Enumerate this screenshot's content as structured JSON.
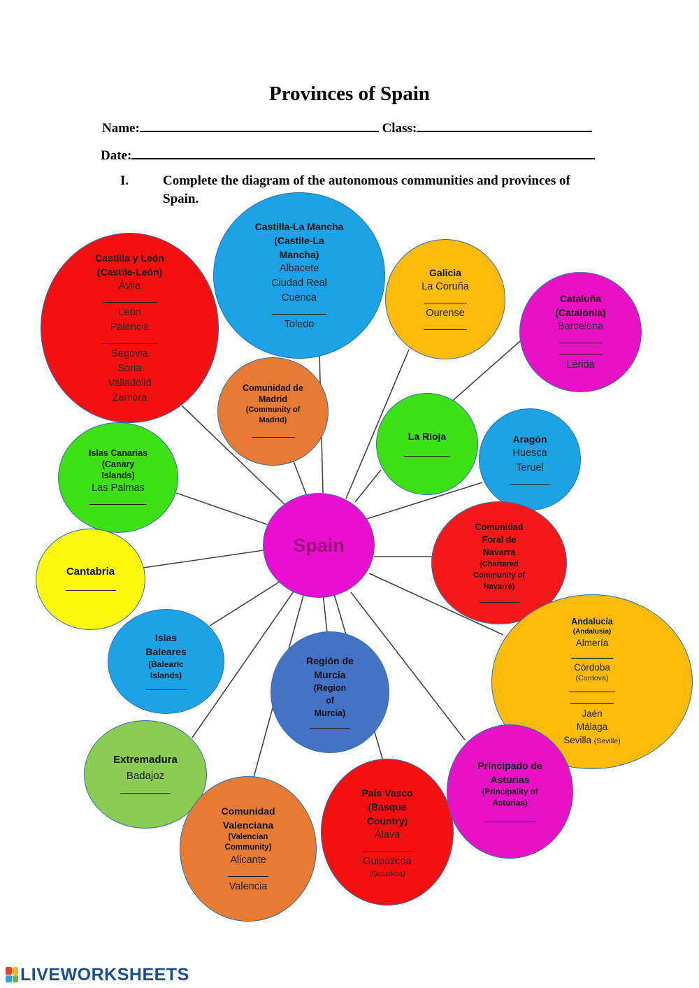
{
  "worksheet": {
    "title": "Provinces of Spain",
    "name_label": "Name:",
    "class_label": "Class:",
    "date_label": "Date:",
    "instruction_number": "I.",
    "instruction_text": "Complete the diagram of the autonomous communities and provinces of Spain."
  },
  "center": {
    "label": "Spain",
    "color": "#e80fd0"
  },
  "communities": {
    "castilla_leon": {
      "color": "#f41010",
      "name": "Castilla y León",
      "alt": "(Castile-León)",
      "items": [
        "Ávila",
        "León",
        "Palencia",
        "Segovia",
        "Soria",
        "Valladolid",
        "Zamora"
      ]
    },
    "castilla_mancha": {
      "color": "#1ca3e6",
      "name": "Castilla-La Mancha",
      "alt": "(Castile-La Mancha)",
      "items": [
        "Albacete",
        "Ciudad Real",
        "Cuenca",
        "Toledo"
      ]
    },
    "galicia": {
      "color": "#fcbb08",
      "name": "Galicia",
      "items": [
        "La Coruña",
        "Ourense"
      ]
    },
    "cataluna": {
      "color": "#e712c6",
      "name": "Cataluña",
      "alt": "(Catalonia)",
      "items": [
        "Barcelona",
        "Lérida"
      ]
    },
    "madrid": {
      "color": "#e87b33",
      "name": "Comunidad de Madrid",
      "alt": "(Community of Madrid)"
    },
    "la_rioja": {
      "color": "#3ee014",
      "name": "La Rioja"
    },
    "aragon": {
      "color": "#1ca3e6",
      "name": "Aragón",
      "items": [
        "Huesca",
        "Teruel"
      ]
    },
    "canarias": {
      "color": "#3ee014",
      "name": "Islas Canarias",
      "alt": "(Canary Islands)",
      "items": [
        "Las Palmas"
      ]
    },
    "cantabria": {
      "color": "#fcf90c",
      "name": "Cantabria"
    },
    "navarra": {
      "color": "#f41818",
      "name": "Comunidad Foral de Navarra",
      "alt": "(Chartered Community of Navarre)"
    },
    "andalucia": {
      "color": "#fcbb08",
      "name": "Andalucía",
      "alt": "(Andalusia)",
      "items": [
        "Almería",
        "Córdoba",
        "Jaén",
        "Málaga",
        "Sevilla"
      ],
      "notes": {
        "cordoba": "(Cordova)",
        "sevilla": "(Seville)"
      }
    },
    "baleares": {
      "color": "#1ca3e6",
      "name": "Islas Baleares",
      "alt": "(Balearic Islands)"
    },
    "murcia": {
      "color": "#4472c4",
      "name": "Región de Murcia",
      "alt": "(Region of Murcia)"
    },
    "extremadura": {
      "color": "#8ccc54",
      "name": "Extremadura",
      "items": [
        "Badajoz"
      ]
    },
    "valenciana": {
      "color": "#e87b33",
      "name": "Comunidad Valenciana",
      "alt": "(Valencian Community)",
      "items": [
        "Alicante",
        "Valencia"
      ]
    },
    "pais_vasco": {
      "color": "#f41010",
      "name": "País Vasco",
      "alt": "(Basque Country)",
      "items": [
        "Álava",
        "Guipúzcoa"
      ],
      "notes": {
        "guipuzcoa": "(Gipuzkoa)"
      }
    },
    "asturias": {
      "color": "#e712c6",
      "name": "Principado de Asturias",
      "alt": "(Principality of Asturias)"
    }
  },
  "footer": {
    "logo_text": "LIVEWORKSHEETS"
  }
}
